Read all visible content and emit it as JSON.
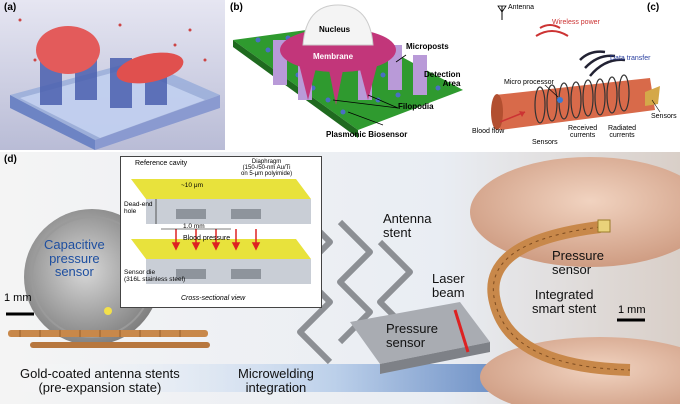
{
  "panel_a": {
    "letter": "(a)"
  },
  "panel_b": {
    "letter": "(b)",
    "nucleus": "Nucleus",
    "membrane": "Membrane",
    "microposts": "Microposts",
    "detection_area": "Detection\nArea",
    "filopodia": "Filopodia",
    "plasmonic_biosensor": "Plasmonic Biosensor"
  },
  "panel_c": {
    "letter": "(c)",
    "antenna": "Antenna",
    "wireless_power": "Wireless power",
    "data_transfer": "Data transfer",
    "micro_processor": "Micro processor",
    "sensors_right": "Sensors",
    "blood_flow": "Blood flow",
    "sensors_bottom": "Sensors",
    "received_currents": "Received\ncurrents",
    "radiated_currents": "Radiated\ncurrents"
  },
  "panel_d": {
    "letter": "(d)",
    "inset": {
      "reference_cavity": "Reference cavity",
      "diaphragm": "Diaphragm\n(150-/50-nm Au/Ti\non 5-μm polyimide)",
      "thickness": "~10 μm",
      "length": "1.0 mm",
      "dead_end_hole": "Dead-end\nhole",
      "blood_pressure": "Blood pressure",
      "sensor_die": "Sensor die\n(316L stainless steel)",
      "cross_section": "Cross-sectional view"
    },
    "capacitive_sensor": "Capacitive\npressure\nsensor",
    "scale_left": "1 mm",
    "antenna_stent": "Antenna\nstent",
    "laser_beam": "Laser\nbeam",
    "pressure_sensor_mid": "Pressure\nsensor",
    "pressure_sensor_right": "Pressure\nsensor",
    "integrated_stent": "Integrated\nsmart stent",
    "scale_right": "1 mm",
    "caption_left": "Gold-coated antenna stents\n(pre-expansion state)",
    "caption_mid": "Microwelding\nintegration"
  },
  "colors": {
    "rbc": "#e35b5b",
    "membrane": "#c2367a",
    "post": "#b99ad8",
    "sensor_green": "#2f9a2f",
    "vessel": "#d86a4a",
    "diaphragm_yellow": "#e8e23c",
    "stent_gold": "#c8884a",
    "arrow_blue": "#1e4fa0"
  }
}
